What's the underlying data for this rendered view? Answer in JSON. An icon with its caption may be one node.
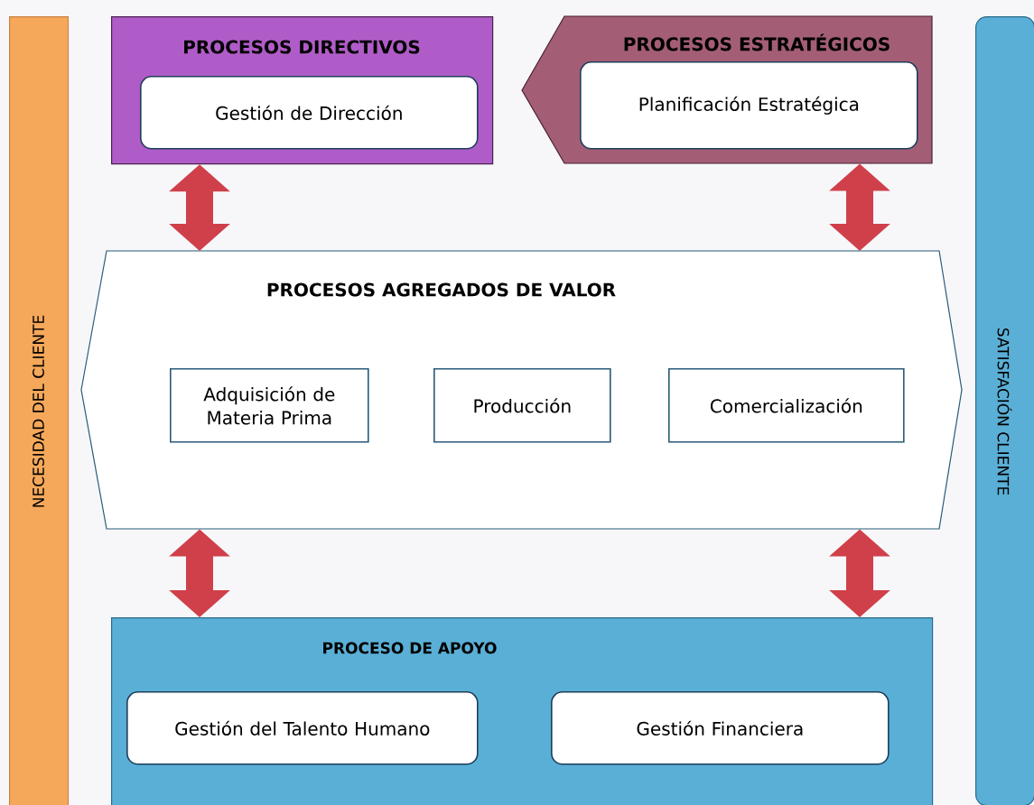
{
  "diagram": {
    "nodes": [
      {
        "text": [
          "NECESIDAD DEL CLIENTE"
        ]
      },
      {
        "text": [
          "PROCESOS DIRECTIVOS"
        ]
      },
      {
        "text": [
          "Gestión de Dirección"
        ],
        "in": 1
      },
      {
        "text": [
          "PROCESOS ESTRATÉGICOS"
        ]
      },
      {
        "text": [
          "Planificación Estratégica"
        ],
        "in": 3
      },
      {
        "text": [
          "PROCESOS AGREGADOS DE VALOR"
        ]
      },
      {
        "text": [
          "Adquisición de Materia Prima"
        ],
        "in": 5
      },
      {
        "text": [
          "Producción"
        ],
        "in": 5
      },
      {
        "text": [
          "Comercialización"
        ],
        "in": 5
      },
      {
        "text": [
          "PROCESO DE APOYO"
        ]
      },
      {
        "text": [
          "Gestión del Talento Humano"
        ],
        "in": 9
      },
      {
        "text": [
          "Gestión Financiera"
        ],
        "in": 9
      },
      {
        "text": [
          "SATISFACIÓN CLIENTE"
        ]
      }
    ],
    "edges": [
      {
        "from": 1,
        "to": 5,
        "arrow": "both"
      },
      {
        "from": 3,
        "to": 5,
        "arrow": "both"
      },
      {
        "from": 5,
        "to": 9,
        "arrow": "both"
      },
      {
        "from": 5,
        "to": 9,
        "arrow": "both"
      }
    ]
  }
}
